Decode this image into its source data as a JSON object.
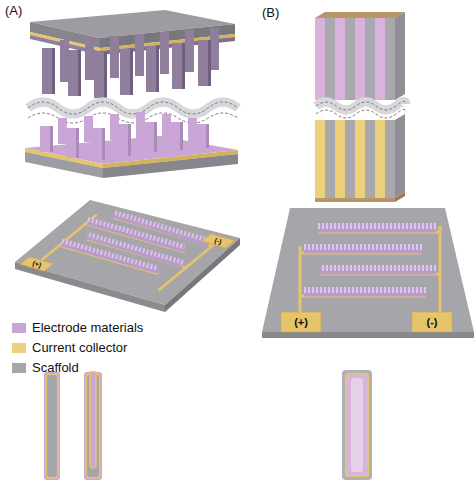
{
  "diagram": {
    "labels": [
      "(A)",
      "(B)",
      "(-)",
      "(+)",
      "(+)",
      "(-)"
    ],
    "legend": [
      {
        "text": "Electrode materials",
        "color": "#c9a6d6"
      },
      {
        "text": "Current collector",
        "color": "#ecd07a"
      },
      {
        "text": "Scaffold",
        "color": "#a6a6aa"
      }
    ]
  }
}
